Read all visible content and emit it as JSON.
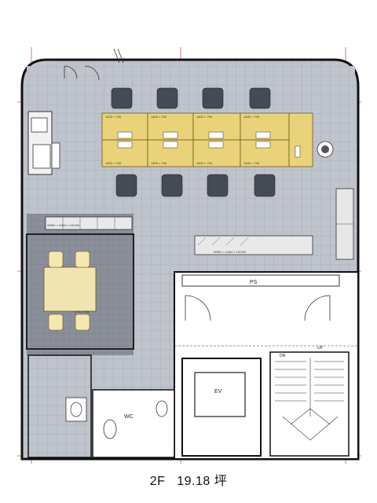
{
  "plan": {
    "floor": "2F",
    "area": "19.18 坪",
    "labels": {
      "ps": "PS",
      "wc": "WC",
      "ev": "EV",
      "dn": "DN",
      "up": "UP",
      "meeting_table": "2100 × 900"
    },
    "desk_labels": [
      "1400 × 700",
      "1400 × 700",
      "1400 × 700",
      "1400 × 700",
      "1400 × 700",
      "1400 × 700",
      "1400 × 700",
      "1400 × 700"
    ],
    "cabinet_labels": [
      "W900 × D400 × H2150",
      "W900 × D400 × H2150"
    ]
  }
}
